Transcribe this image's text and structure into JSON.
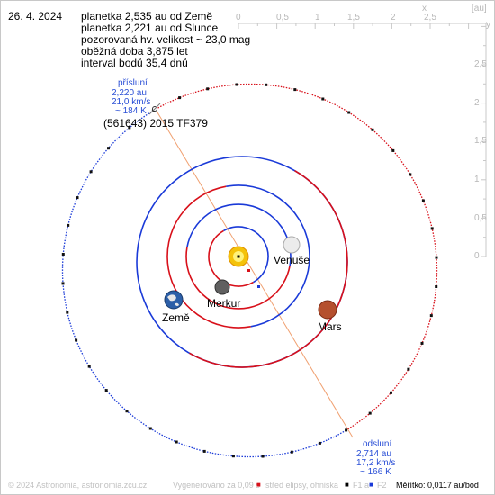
{
  "date": "26. 4. 2024",
  "info": {
    "line1": "planetka 2,535 au od Země",
    "line2": "planetka 2,221 au od Slunce",
    "line3": "pozorovaná hv. velikost ~ 23,0 mag",
    "line4": "oběžná doba 3,875 let",
    "line5": "interval bodů 35,4 dnů"
  },
  "asteroid_name": "(561643) 2015 TF379",
  "perihelion": {
    "label": "přísluní",
    "distance": "2,220 au",
    "speed": "21,0 km/s",
    "temperature": "~ 184 K"
  },
  "aphelion": {
    "label": "odsluní",
    "distance": "2,714 au",
    "speed": "17,2 km/s",
    "temperature": "~ 166 K"
  },
  "planets": {
    "earth": "Země",
    "venus": "Venuše",
    "mercury": "Merkur",
    "mars": "Mars"
  },
  "scale_axis": {
    "unit": "[au]",
    "x_label": "x",
    "y_label": "y",
    "x_ticks": [
      "0",
      "0,5",
      "1",
      "1,5",
      "2",
      "2,5"
    ],
    "y_ticks": [
      "2,5",
      "2",
      "1,5",
      "1",
      "0,5",
      "0"
    ]
  },
  "footer": {
    "copyright": "© 2024 Astronomia, astronomia.zcu.cz",
    "render_time": "Vygenerováno za 0,09 s",
    "legend_center": "střed elipsy, ohniska",
    "legend_f1": "F1 a",
    "legend_f2": "F2",
    "scale": "Měřítko: 0,0117 au/bod"
  },
  "colors": {
    "orbit_blue": "#1a3ad8",
    "orbit_red": "#d8101a",
    "apsis_line": "#f0a070",
    "label_blue": "#2a4fd6",
    "sun": "#f4c20a"
  }
}
